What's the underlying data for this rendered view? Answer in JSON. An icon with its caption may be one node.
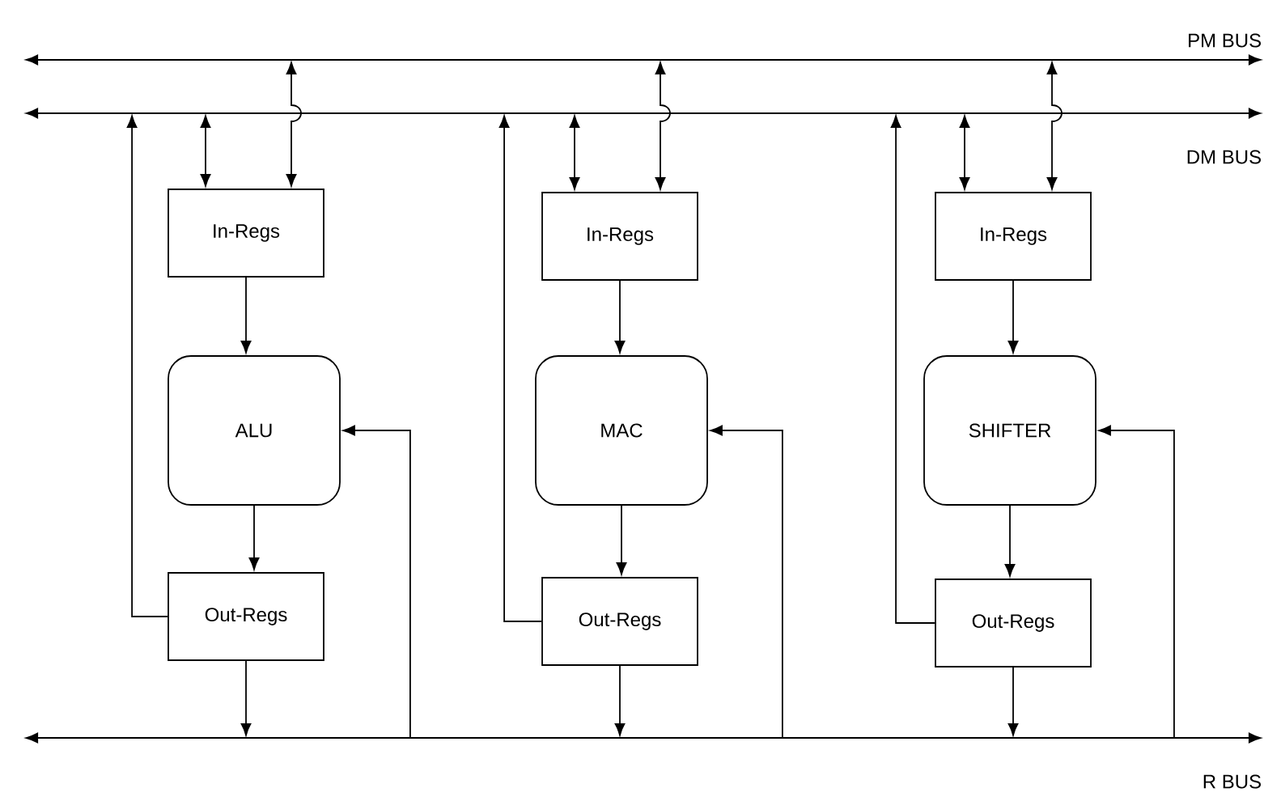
{
  "diagram": {
    "nodes": [
      {
        "text": [],
        "shape": "bar",
        "beside": [
          "PM BUS"
        ]
      },
      {
        "text": [],
        "shape": "bar",
        "beside": [
          "DM BUS"
        ]
      },
      {
        "text": [
          "In-Regs"
        ]
      },
      {
        "text": [
          "ALU"
        ]
      },
      {
        "text": [
          "Out-Regs"
        ]
      },
      {
        "text": [
          "In-Regs"
        ]
      },
      {
        "text": [
          "MAC"
        ]
      },
      {
        "text": [
          "Out-Regs"
        ]
      },
      {
        "text": [
          "In-Regs"
        ]
      },
      {
        "text": [
          "SHIFTER"
        ]
      },
      {
        "text": [
          "Out-Regs"
        ]
      },
      {
        "text": [],
        "shape": "bar",
        "beside": [
          "R BUS"
        ]
      }
    ],
    "edges": [
      {
        "from": 2,
        "to": 0,
        "arrow": "both"
      },
      {
        "from": 2,
        "to": 1,
        "arrow": "both"
      },
      {
        "from": 2,
        "to": 3,
        "arrow": "to"
      },
      {
        "from": 3,
        "to": 4,
        "arrow": "to"
      },
      {
        "from": 4,
        "to": 1,
        "arrow": "to"
      },
      {
        "from": 4,
        "to": 11,
        "arrow": "to"
      },
      {
        "from": 11,
        "to": 3,
        "arrow": "to"
      },
      {
        "from": 5,
        "to": 0,
        "arrow": "both"
      },
      {
        "from": 5,
        "to": 1,
        "arrow": "both"
      },
      {
        "from": 5,
        "to": 6,
        "arrow": "to"
      },
      {
        "from": 6,
        "to": 7,
        "arrow": "to"
      },
      {
        "from": 7,
        "to": 1,
        "arrow": "to"
      },
      {
        "from": 7,
        "to": 11,
        "arrow": "to"
      },
      {
        "from": 11,
        "to": 6,
        "arrow": "to"
      },
      {
        "from": 8,
        "to": 0,
        "arrow": "both"
      },
      {
        "from": 8,
        "to": 1,
        "arrow": "both"
      },
      {
        "from": 8,
        "to": 9,
        "arrow": "to"
      },
      {
        "from": 9,
        "to": 10,
        "arrow": "to"
      },
      {
        "from": 10,
        "to": 1,
        "arrow": "to"
      },
      {
        "from": 10,
        "to": 11,
        "arrow": "to"
      },
      {
        "from": 11,
        "to": 9,
        "arrow": "to"
      }
    ]
  }
}
